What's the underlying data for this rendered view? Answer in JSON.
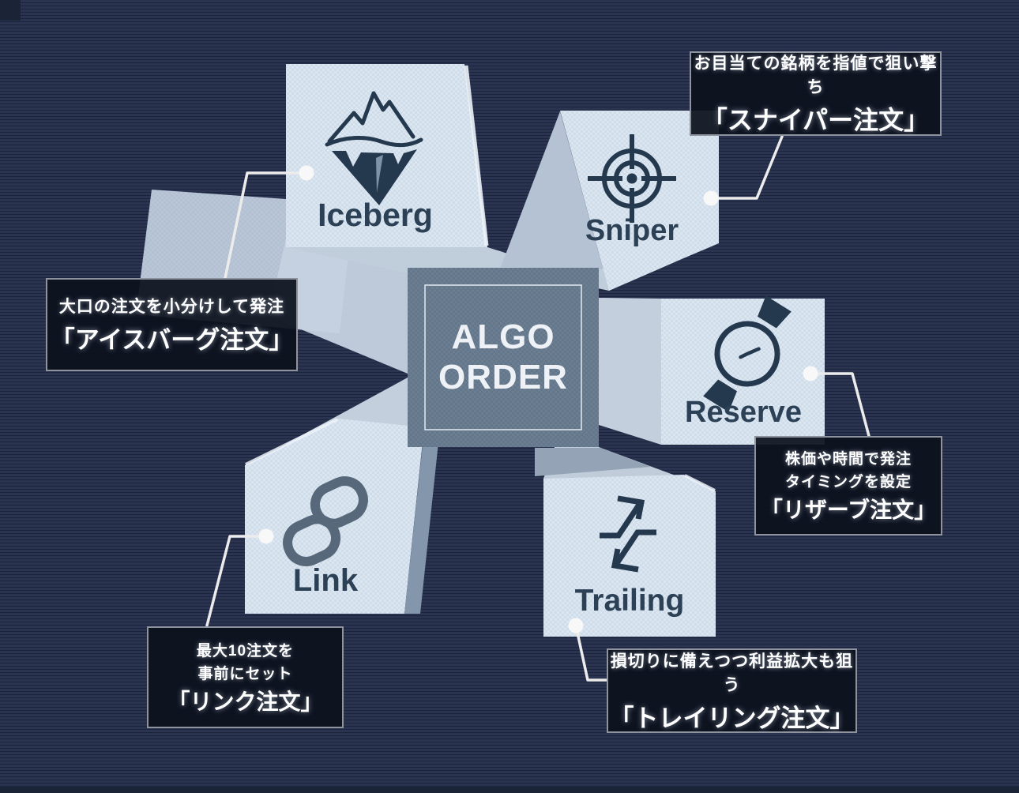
{
  "title": {
    "lines": [
      "ALGO",
      "ORDER"
    ]
  },
  "colors": {
    "background": "#2a3451",
    "background-stripe": "#19213a",
    "panel": "#dce6f1",
    "panel-alt": "#cfdcea",
    "beam": "#b9c6d7",
    "ink": "#24384e",
    "label": "#2c4156",
    "chain": "#566879",
    "center-box": "#6b7e92",
    "center-box-alt": "#63768a",
    "center-border": "#dde4ec",
    "title-text": "#eef2f7",
    "tooltip-border": "#8e939d",
    "tooltip-text": "#ffffff",
    "connector": "#ececec"
  },
  "nodes": [
    {
      "id": "iceberg",
      "label": "Iceberg",
      "icon": "iceberg-icon",
      "tooltip": {
        "line1": "大口の注文を小分けして発注",
        "headline": "「アイスバーグ注文」"
      }
    },
    {
      "id": "sniper",
      "label": "Sniper",
      "icon": "crosshair-icon",
      "tooltip": {
        "line1": "お目当ての銘柄を指値で狙い撃ち",
        "headline": "「スナイパー注文」"
      }
    },
    {
      "id": "reserve",
      "label": "Reserve",
      "icon": "wristwatch-icon",
      "tooltip": {
        "line1": "株価や時間で発注",
        "line2": "タイミングを設定",
        "headline": "「リザーブ注文」"
      }
    },
    {
      "id": "trailing",
      "label": "Trailing",
      "icon": "trailing-arrows-icon",
      "tooltip": {
        "line1": "損切りに備えつつ利益拡大も狙う",
        "headline": "「トレイリング注文」"
      }
    },
    {
      "id": "link",
      "label": "Link",
      "icon": "chain-link-icon",
      "tooltip": {
        "line1": "最大10注文を",
        "line2": "事前にセット",
        "headline": "「リンク注文」"
      }
    }
  ]
}
